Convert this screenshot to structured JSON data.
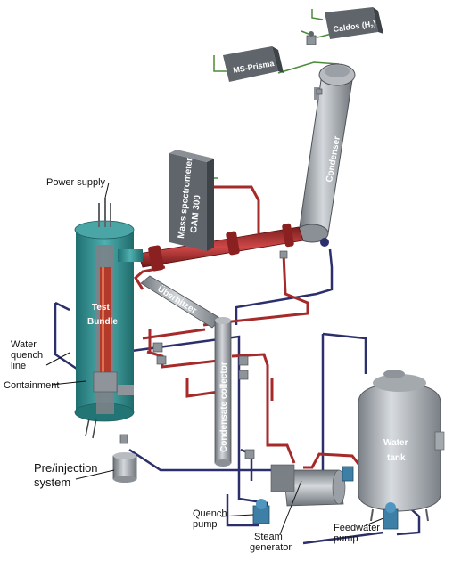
{
  "labels": {
    "power_supply": "Power supply",
    "test_bundle_1": "Test",
    "test_bundle_2": "Bundle",
    "water_quench_1": "Water",
    "water_quench_2": "quench",
    "water_quench_3": "line",
    "containment": "Containment",
    "pre_injection_1": "Pre/injection",
    "pre_injection_2": "system",
    "quench_pump_1": "Quench",
    "quench_pump_2": "pump",
    "steam_gen_1": "Steam",
    "steam_gen_2": "generator",
    "feedwater_1": "Feedwater",
    "feedwater_2": "pump",
    "water_tank_1": "Water",
    "water_tank_2": "tank",
    "condenser": "Condenser",
    "ms_prisma": "MS-Prisma",
    "caldos": "Caldos (H",
    "caldos_sub": "2",
    "caldos_end": ")",
    "mass_spectrometer": "Mass spectrometer",
    "gam300": "GAM 300",
    "ueberhitzer": "Überhitzer",
    "condensate_collector": "Condensate collector"
  },
  "colors": {
    "steel": "#8e949a",
    "steel_dark": "#5f656b",
    "steel_light": "#c9cdd1",
    "teal": "#2f8f8f",
    "red_pipe": "#a52a2a",
    "navy_pipe": "#2b2f6b",
    "green_line": "#4a8a3a",
    "pump_blue": "#3d7fa6"
  }
}
